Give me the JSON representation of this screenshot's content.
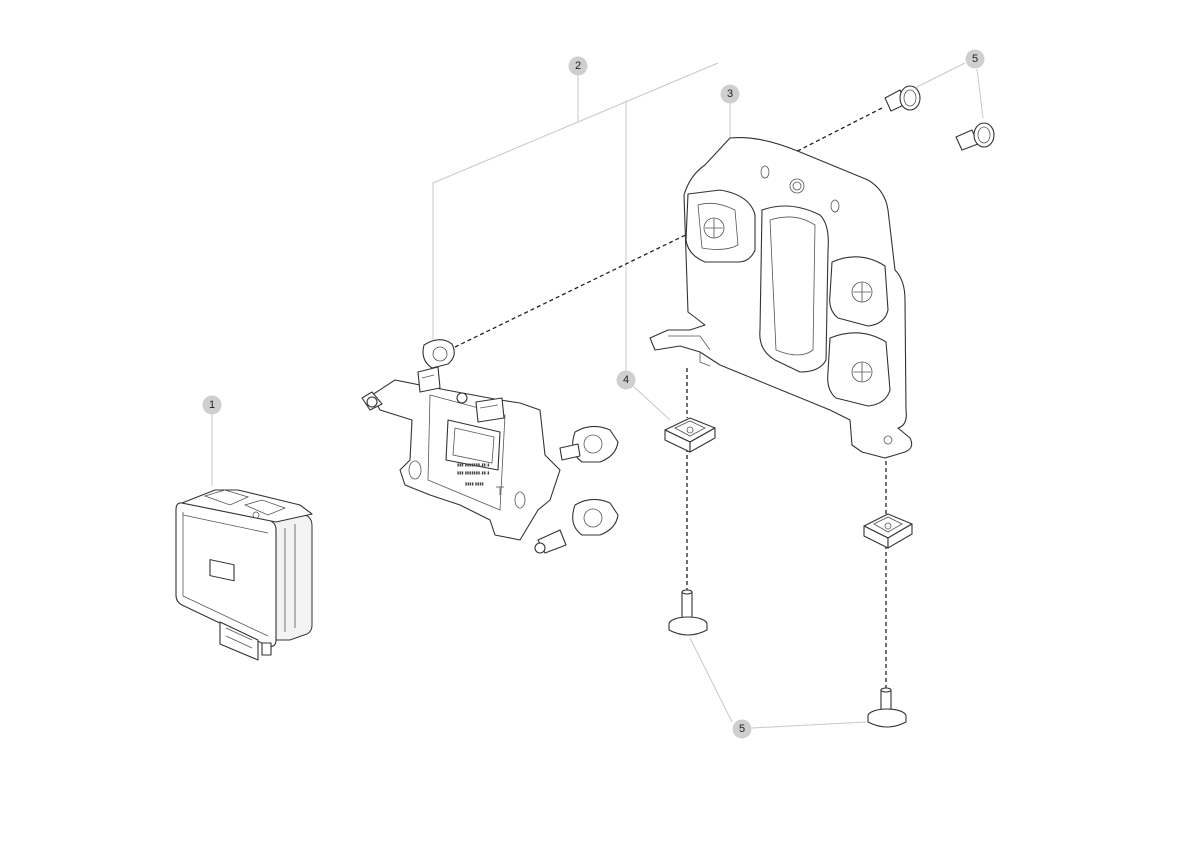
{
  "callouts": [
    {
      "id": "c1",
      "label": "1"
    },
    {
      "id": "c2",
      "label": "2"
    },
    {
      "id": "c3",
      "label": "3"
    },
    {
      "id": "c4",
      "label": "4"
    },
    {
      "id": "c5a",
      "label": "5"
    },
    {
      "id": "c5b",
      "label": "5"
    }
  ],
  "colors": {
    "callout_fill": "#cfcfcf",
    "line": "#333333",
    "leader": "#c8c8c8"
  }
}
